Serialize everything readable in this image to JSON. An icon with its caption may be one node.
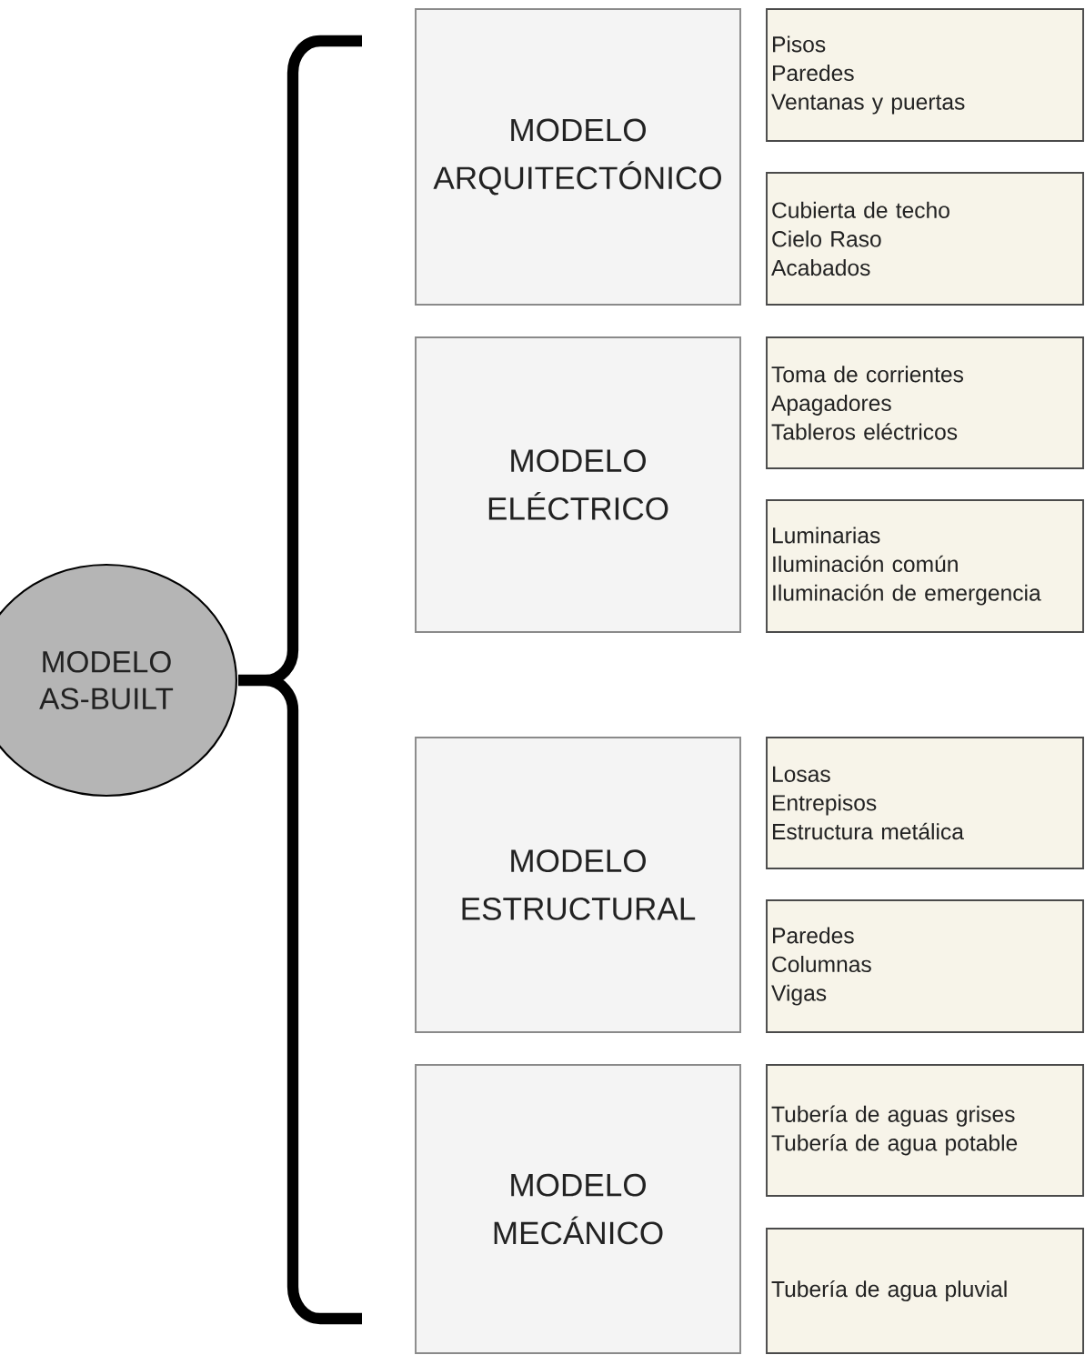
{
  "diagram": {
    "nodes": [
      {
        "text": [
          "MODELO AS-BUILT"
        ]
      },
      {
        "text": [
          "MODELO ARQUITECTÓNICO"
        ]
      },
      {
        "text": [
          "MODELO ELÉCTRICO"
        ]
      },
      {
        "text": [
          "MODELO ESTRUCTURAL"
        ]
      },
      {
        "text": [
          "MODELO MECÁNICO"
        ]
      },
      {
        "text": [
          "Pisos",
          "Paredes",
          "Ventanas y puertas"
        ]
      },
      {
        "text": [
          "Cubierta de techo",
          "Cielo Raso",
          "Acabados"
        ]
      },
      {
        "text": [
          "Toma de corrientes",
          "Apagadores",
          "Tableros eléctricos"
        ]
      },
      {
        "text": [
          "Luminarias",
          "Iluminación común",
          "Iluminación de emergencia"
        ]
      },
      {
        "text": [
          "Losas",
          "Entrepisos",
          "Estructura metálica"
        ]
      },
      {
        "text": [
          "Paredes",
          "Columnas",
          "Vigas"
        ]
      },
      {
        "text": [
          "Tubería de aguas grises",
          "Tubería de agua potable"
        ]
      },
      {
        "text": [
          "Tubería de agua pluvial"
        ]
      }
    ]
  }
}
